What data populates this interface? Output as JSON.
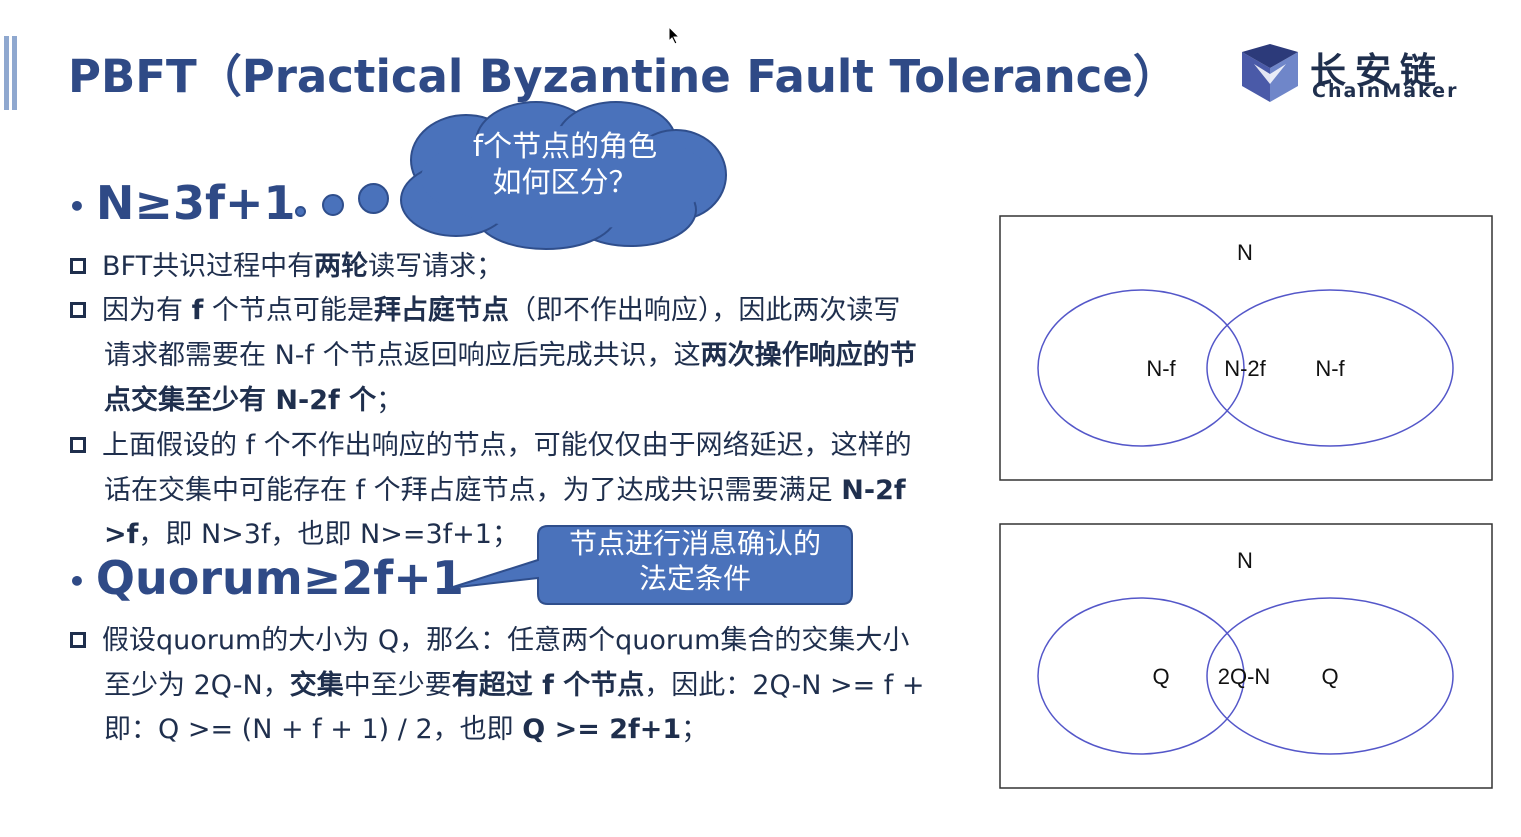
{
  "slide": {
    "title": "PBFT（Practical Byzantine Fault Tolerance）",
    "logo": {
      "cn": "长安链",
      "en": "ChainMaker"
    }
  },
  "bullets": {
    "n_rule": "N≥3f+1",
    "n_rule_points": [
      {
        "parts": [
          {
            "t": "BFT共识过程中有"
          },
          {
            "t": "两轮",
            "b": true
          },
          {
            "t": "读写请求；"
          }
        ]
      },
      {
        "parts": [
          {
            "t": "因为有 "
          },
          {
            "t": "f",
            "b": true
          },
          {
            "t": " 个节点可能是"
          },
          {
            "t": "拜占庭节点",
            "b": true
          },
          {
            "t": "（即不作出响应），因此两次读写"
          }
        ]
      },
      {
        "parts": [
          {
            "t": "请求都需要在 N-f 个节点返回响应后完成共识，这"
          },
          {
            "t": "两次操作响应的节",
            "b": true
          }
        ]
      },
      {
        "parts": [
          {
            "t": "点交集至少有 N-2f 个",
            "b": true
          },
          {
            "t": "；"
          }
        ]
      },
      {
        "parts": [
          {
            "t": "上面假设的 f 个不作出响应的节点，可能仅仅由于网络延迟，这样的"
          }
        ]
      },
      {
        "parts": [
          {
            "t": "话在交集中可能存在 f 个拜占庭节点，为了达成共识需要满足 "
          },
          {
            "t": "N-2f",
            "b": true
          }
        ]
      },
      {
        "parts": [
          {
            "t": ">f",
            "b": true
          },
          {
            "t": "，即 N>3f，也即 N>=3f+1；"
          }
        ]
      }
    ],
    "quorum_rule": "Quorum≥2f+1",
    "quorum_points": [
      {
        "parts": [
          {
            "t": "假设quorum的大小为 Q，那么：任意两个quorum集合的交集大小"
          }
        ]
      },
      {
        "parts": [
          {
            "t": "至少为 2Q-N，"
          },
          {
            "t": "交集",
            "b": true
          },
          {
            "t": "中至少要"
          },
          {
            "t": "有超过 f 个节点",
            "b": true
          },
          {
            "t": "，因此：2Q-N >= f +"
          }
        ]
      },
      {
        "parts": [
          {
            "t": "即：Q >= (N + f + 1) / 2，也即 "
          },
          {
            "t": "Q >= 2f+1",
            "b": true
          },
          {
            "t": "；"
          }
        ]
      }
    ]
  },
  "callouts": {
    "cloud": [
      "f个节点的角色",
      "如何区分？"
    ],
    "speech": [
      "节点进行消息确认的",
      "法定条件"
    ]
  },
  "diagrams": {
    "top": {
      "universe": "N",
      "left": "N-f",
      "middle": "N-2f",
      "right": "N-f"
    },
    "bottom": {
      "universe": "N",
      "left": "Q",
      "middle": "2Q-N",
      "right": "Q"
    }
  },
  "colors": {
    "title": "#2f4a86",
    "callout_fill": "#4a72bb",
    "venn_stroke": "#5457c9"
  }
}
